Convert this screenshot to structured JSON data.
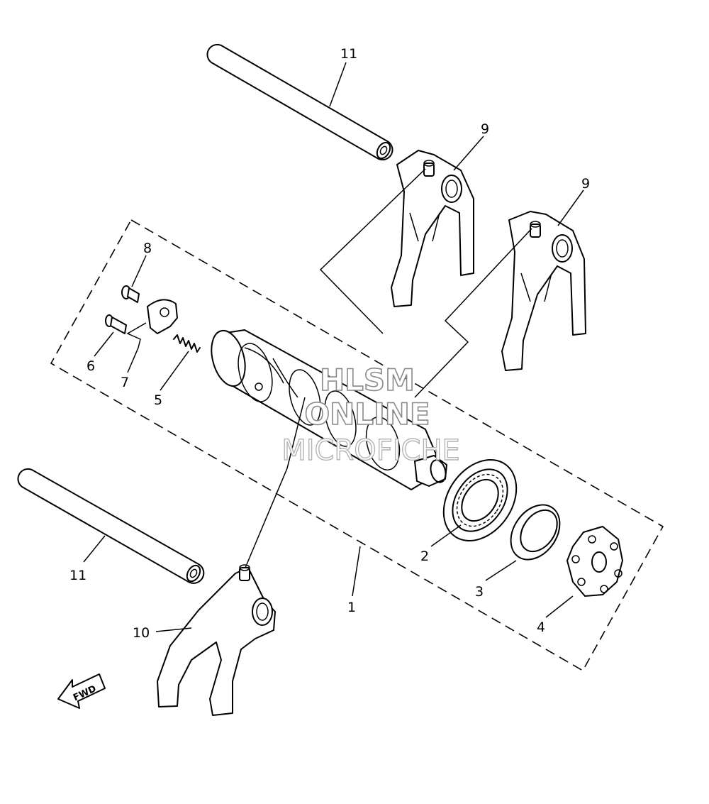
{
  "callouts": {
    "p1": "1",
    "p2": "2",
    "p3": "3",
    "p4": "4",
    "p5": "5",
    "p6": "6",
    "p7": "7",
    "p8": "8",
    "p9a": "9",
    "p9b": "9",
    "p10": "10",
    "p11a": "11",
    "p11b": "11"
  },
  "watermark": {
    "line1": "HLSM",
    "line2": "ONLINE",
    "line3": "MICROFICHE"
  },
  "direction_label": "FWD"
}
